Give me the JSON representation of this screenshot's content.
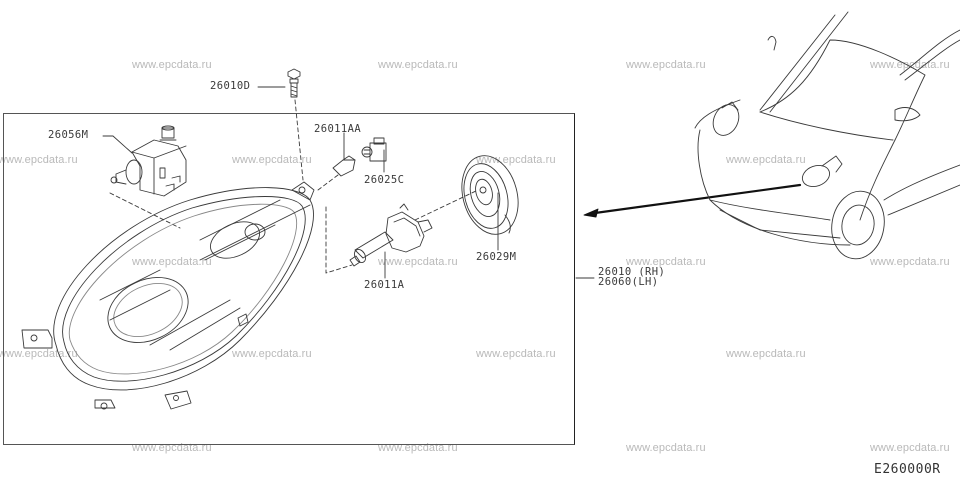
{
  "diagram": {
    "figure_code": "E260000R",
    "callouts": [
      {
        "id": "bolt",
        "part_no": "26010D"
      },
      {
        "id": "leveling-motor",
        "part_no": "26056M"
      },
      {
        "id": "side-bulb",
        "part_no": "26011AA"
      },
      {
        "id": "bulb-socket",
        "part_no": "26025C"
      },
      {
        "id": "cap",
        "part_no": "26029M"
      },
      {
        "id": "headlamp-bulb",
        "part_no": "26011A"
      },
      {
        "id": "headlamp-rh",
        "part_no": "26010 (RH)"
      },
      {
        "id": "headlamp-lh",
        "part_no": "26060(LH)"
      }
    ],
    "watermark": "www.epcdata.ru"
  },
  "colors": {
    "line": "#3a3a3a",
    "watermark": "#b9b9b9",
    "background": "#ffffff"
  }
}
